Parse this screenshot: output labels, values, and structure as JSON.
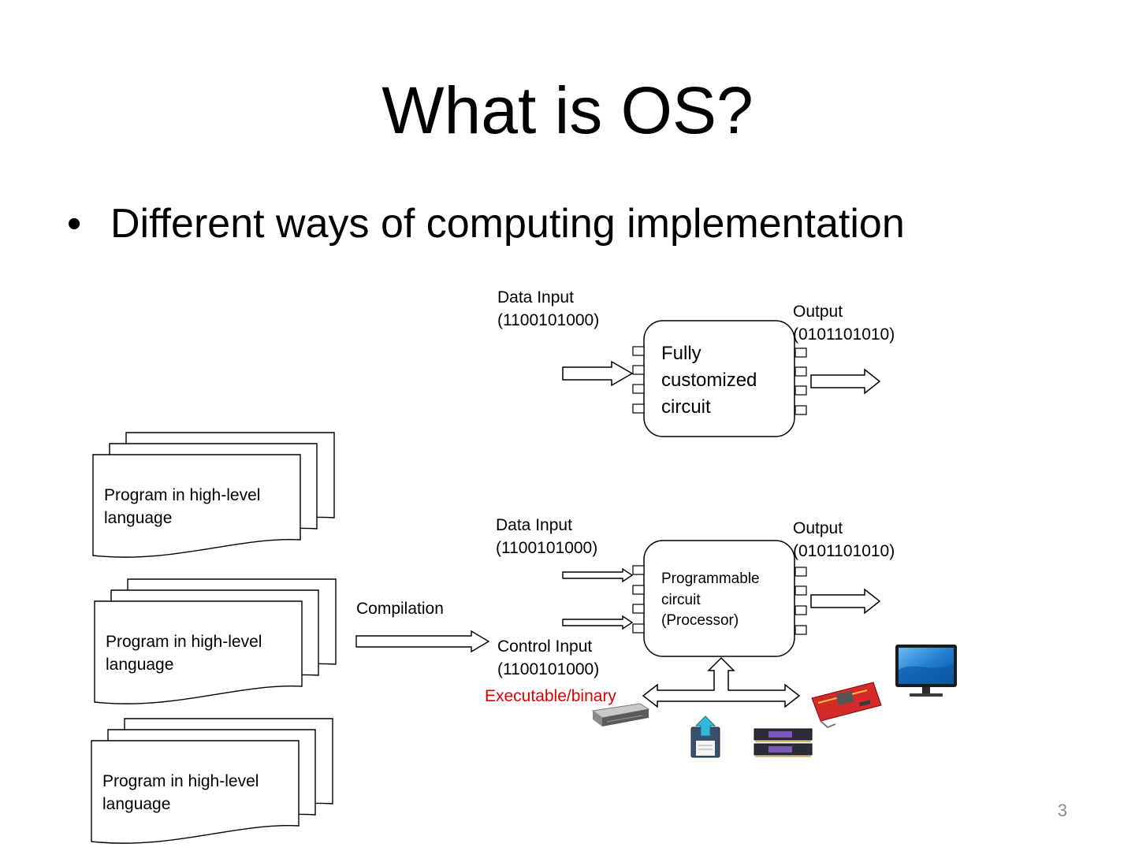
{
  "slide": {
    "title": "What is OS?",
    "bullet": "Different ways of computing implementation",
    "page_number": "3"
  },
  "top_circuit": {
    "data_input": "Data Input\n(1100101000)",
    "output": "Output\n(0101101010)",
    "box_label": "Fully\ncustomized\ncircuit"
  },
  "bottom_circuit": {
    "data_input": "Data Input\n(1100101000)",
    "output": "Output\n(0101101010)",
    "box_label": "Programmable\ncircuit\n(Processor)",
    "control_input": "Control Input\n(1100101000)",
    "executable_label": "Executable/binary"
  },
  "compilation_label": "Compilation",
  "programs": [
    "Program in high-level\nlanguage",
    "Program in high-level\nlanguage",
    "Program in high-level\nlanguage"
  ],
  "icons": [
    "hard-drive-icon",
    "floppy-disk-icon",
    "memory-module-icon",
    "graphics-card-icon",
    "monitor-icon"
  ],
  "colors": {
    "executable_label": "#e00000",
    "page_number": "#8c8c8c"
  }
}
